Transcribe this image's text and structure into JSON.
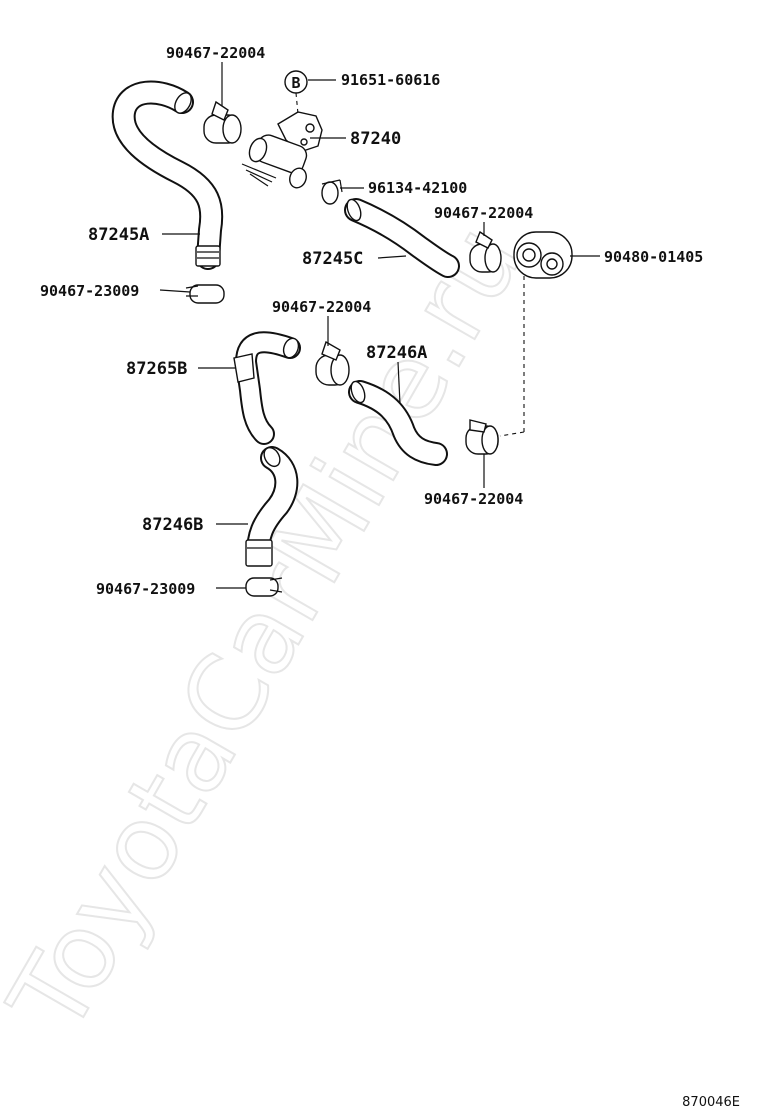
{
  "watermark": "ToyotaCarMine.ru",
  "figure_code": "870046E",
  "callout_letter": "B",
  "labels": {
    "clamp_top_left": "90467-22004",
    "bolt_b": "91651-60616",
    "valve": "87240",
    "hose_a": "87245A",
    "clip_96134": "96134-42100",
    "clamp_mid_right": "90467-22004",
    "hose_c": "87245C",
    "grommet": "90480-01405",
    "clamp_23009_top": "90467-23009",
    "clamp_center": "90467-22004",
    "pipe_b": "87265B",
    "hose_246a": "87246A",
    "clamp_bottom": "90467-22004",
    "hose_246b": "87246B",
    "clamp_23009_bottom": "90467-23009"
  }
}
